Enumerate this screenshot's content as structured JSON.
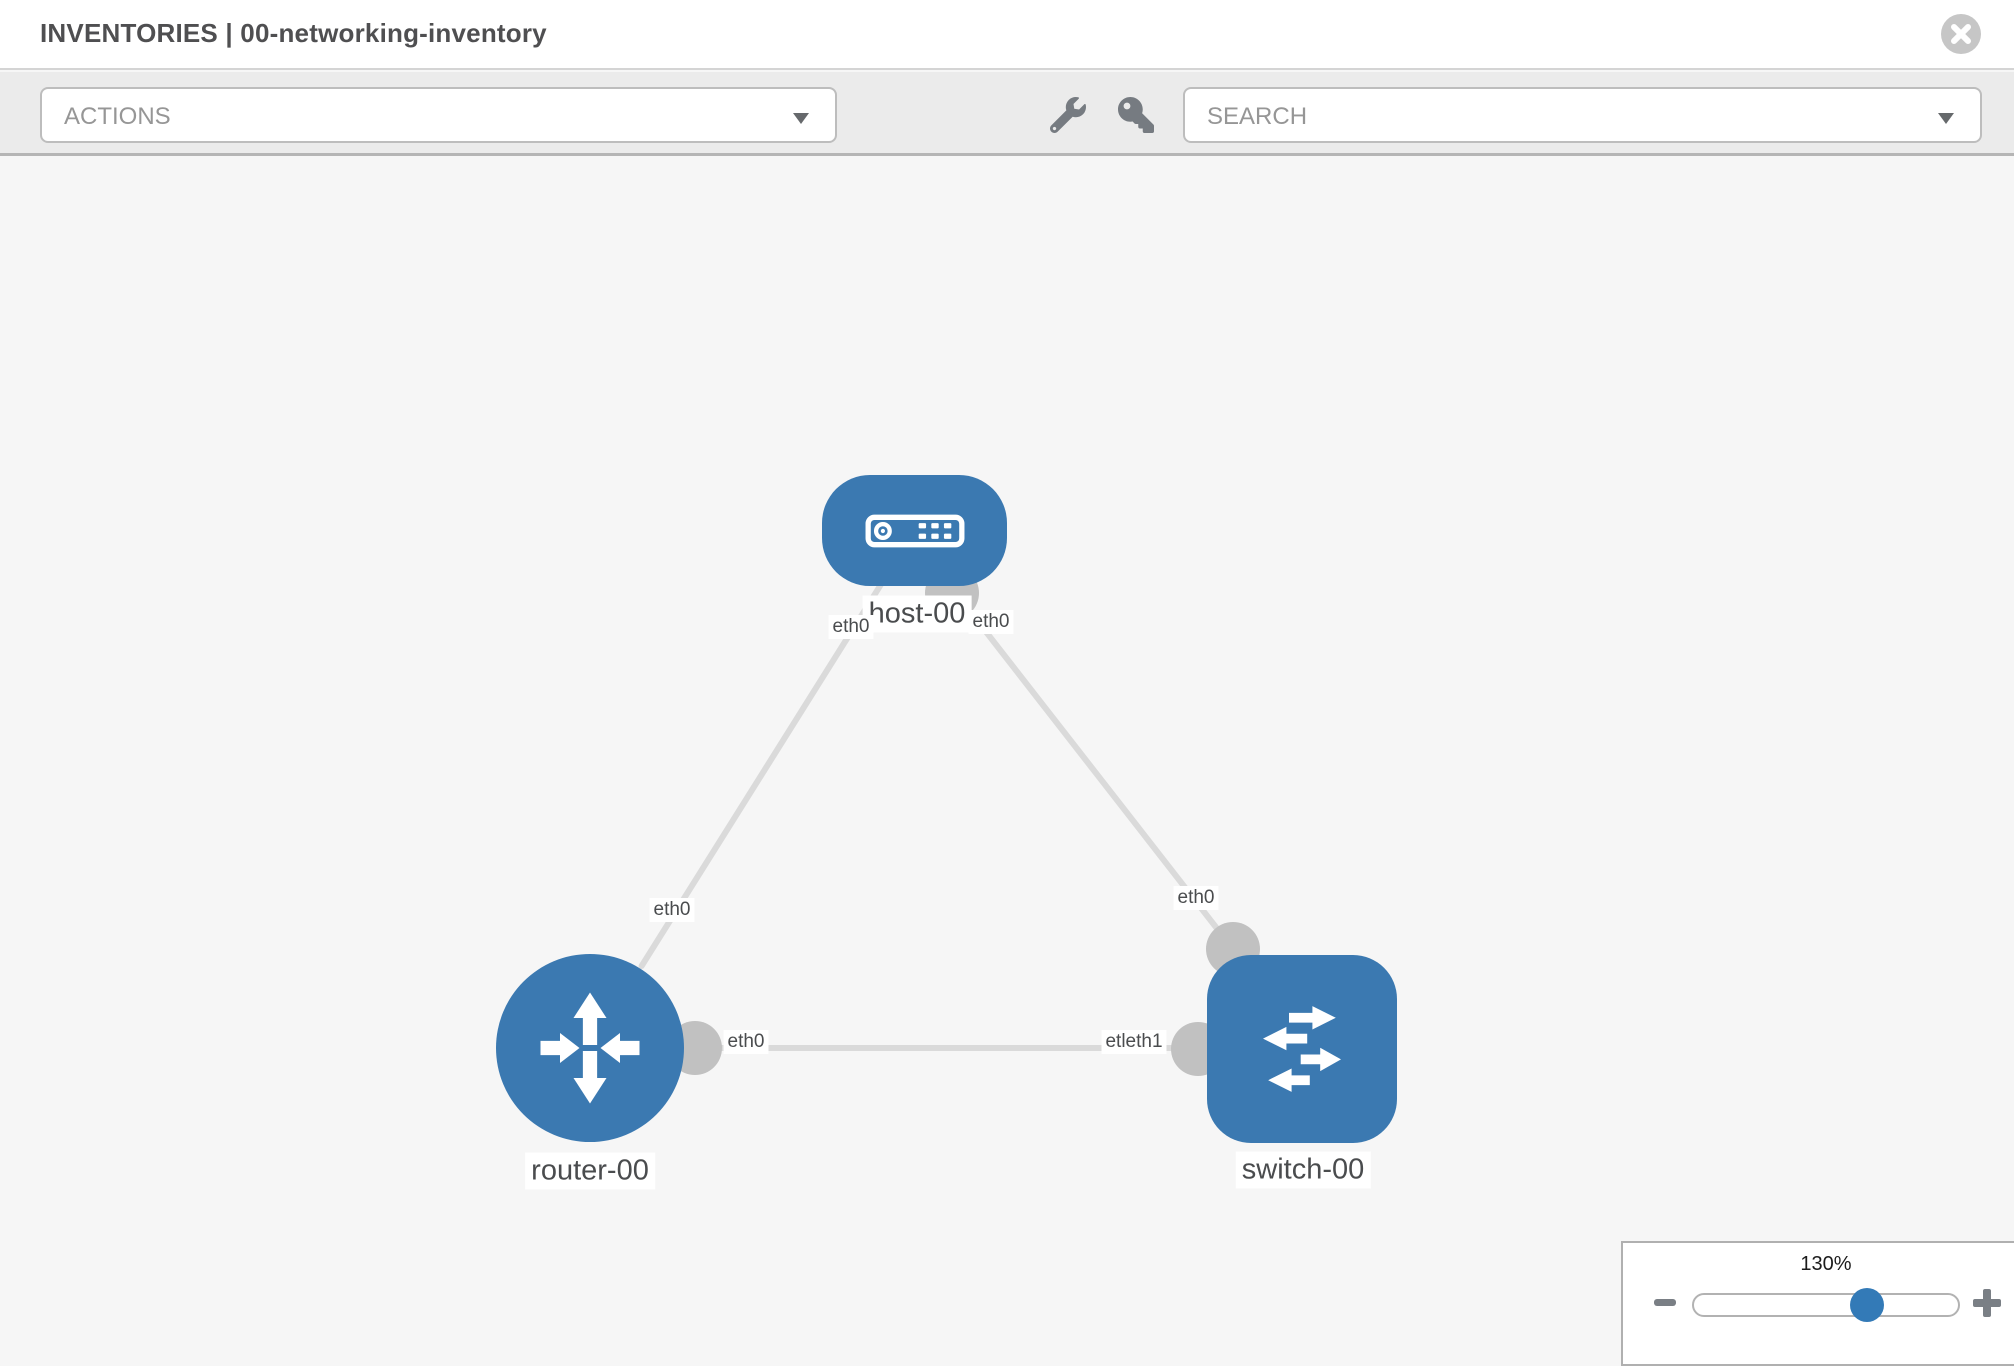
{
  "header": {
    "title": "INVENTORIES | 00-networking-inventory"
  },
  "toolbar": {
    "actions_label": "ACTIONS",
    "search_placeholder": "SEARCH",
    "icons": [
      "wrench-icon",
      "key-icon"
    ]
  },
  "topology": {
    "nodes": [
      {
        "id": "host-00",
        "label": "host-00",
        "type": "host",
        "icon": "host-icon"
      },
      {
        "id": "router-00",
        "label": "router-00",
        "type": "router",
        "icon": "router-icon"
      },
      {
        "id": "switch-00",
        "label": "switch-00",
        "type": "switch",
        "icon": "switch-icon"
      }
    ],
    "edges": [
      {
        "from": "host-00",
        "to": "router-00",
        "from_label": "eth0",
        "to_label": "eth0"
      },
      {
        "from": "host-00",
        "to": "switch-00",
        "from_label": "eth0",
        "to_label": "eth0"
      },
      {
        "from": "router-00",
        "to": "switch-00",
        "from_label": "eth0",
        "to_label": "etleth1"
      }
    ]
  },
  "zoom_control": {
    "level": "130%"
  },
  "colors": {
    "node_blue": "#3b79b1",
    "thumb_blue": "#337ab7",
    "edge_gray": "#dadada",
    "port_gray": "#c1c1c1",
    "icon_gray": "#767b81"
  }
}
